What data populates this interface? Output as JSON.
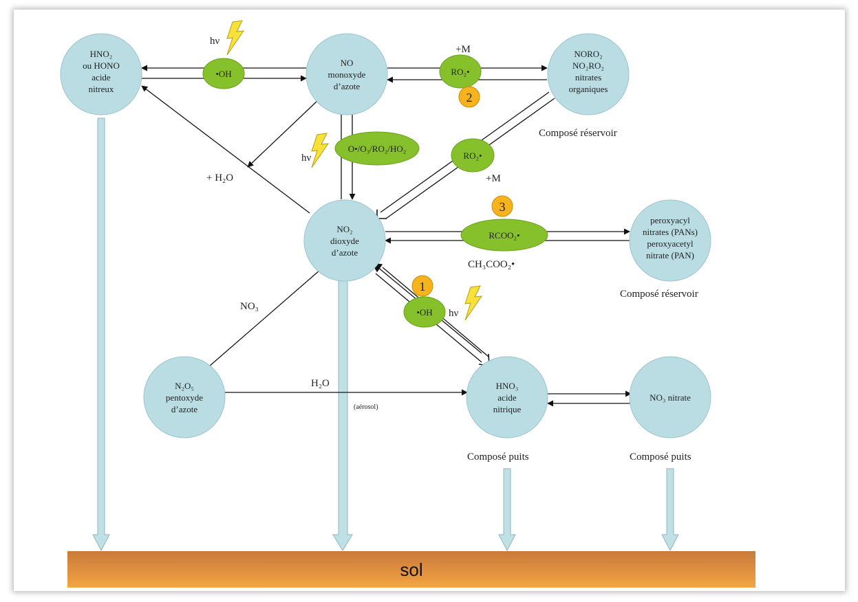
{
  "nodes": {
    "hno2": [
      "HNO₂",
      "ou HONO",
      "acide",
      "nitreux"
    ],
    "no": [
      "NO",
      "monoxyde",
      "d’azote"
    ],
    "noro2": [
      "NORO₂",
      "NO₂RO₂",
      "nitrates",
      "organiques"
    ],
    "no2": [
      "NO₂",
      "dioxyde",
      "d’azote"
    ],
    "pan": [
      "peroxyacyl",
      "nitrates (PANs)",
      "peroxyacetyl",
      "nitrate (PAN)"
    ],
    "n2o5": [
      "N₂O₅",
      "pentoxyde",
      "d’azote"
    ],
    "hno3": [
      "HNO₃",
      "acide",
      "nitrique"
    ],
    "no3": [
      "NO₃ nitrate"
    ]
  },
  "reagents": {
    "oh_top": "•OH",
    "ro2_top": "RO₂•",
    "oxidants": "O•/O₃/RO₂/HO₂",
    "ro2_mid": "RO₂•",
    "rcoo2": "RCOO₂•",
    "oh_bottom": "•OH"
  },
  "badges": {
    "b1": "1",
    "b2": "2",
    "b3": "3"
  },
  "labels": {
    "hv": "hν",
    "plus_m": "+M",
    "plus_h2o": "+ H₂O",
    "no3": "NO₃",
    "h2o": "H₂O",
    "aerosol": "(aérosol)",
    "ch3coo2": "CH₃COO₂•",
    "reservoir": "Composé réservoir",
    "puits": "Composé puits",
    "sol": "sol"
  },
  "colors": {
    "node_fill": "#b9dde3",
    "node_stroke": "#9cc4cc",
    "reagent_fill": "#86c12b",
    "badge_fill": "#f6b31c",
    "soil_top": "#c87a3a",
    "soil_bottom": "#f5a443",
    "down_arrow_fill": "#bfe0e4"
  }
}
